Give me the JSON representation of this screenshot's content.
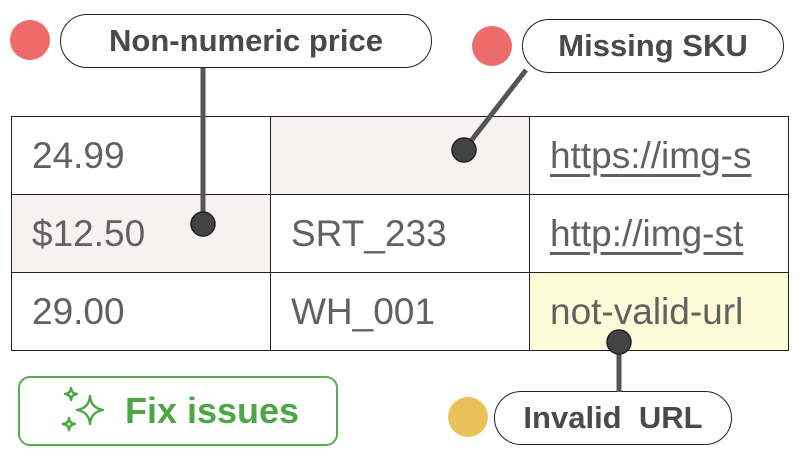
{
  "colors": {
    "error_dot": "#ee6b6b",
    "warning_dot": "#e9c25c",
    "error_cell_bg": "#f8f1f1",
    "warning_cell_bg": "#fcfcd8",
    "fix_green": "#4fa646"
  },
  "annotations": {
    "price_issue": {
      "label": "Non-numeric price",
      "severity": "error"
    },
    "sku_issue": {
      "label": "Missing SKU",
      "severity": "error"
    },
    "url_issue": {
      "label": "Invalid  URL",
      "severity": "warning"
    }
  },
  "table": {
    "rows": [
      {
        "price": "24.99",
        "sku": "",
        "url": "https://img-s",
        "flag": "sku"
      },
      {
        "price": "$12.50",
        "sku": "SRT_233",
        "url": "http://img-st",
        "flag": "price"
      },
      {
        "price": "29.00",
        "sku": "WH_001",
        "url": "not-valid-url",
        "flag": "url"
      }
    ]
  },
  "fix_button": {
    "label": "Fix issues",
    "icon": "sparkles-icon"
  }
}
